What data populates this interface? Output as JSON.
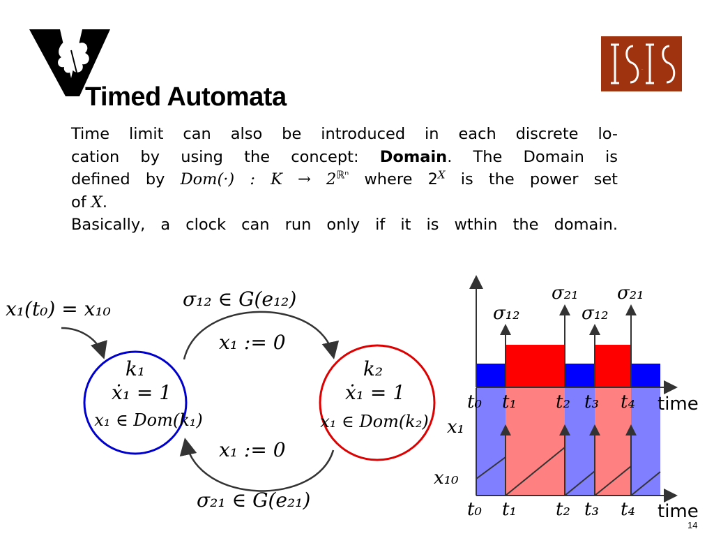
{
  "slide": {
    "title": "Timed Automata",
    "page_number": "14"
  },
  "body": {
    "p1_line1": "Time limit can also be introduced in each discrete lo-",
    "p1_line2_a": "cation by using the concept: ",
    "p1_line2_bold": "Domain",
    "p1_line2_b": ".  The Domain is",
    "p1_line3_a": "defined by ",
    "p1_line3_math": "Dom(·) : K → 2",
    "p1_line3_sup": "ℝⁿ",
    "p1_line3_b": " where 2",
    "p1_line3_sup2": "X",
    "p1_line3_c": " is the power set",
    "p1_line4_a": "of ",
    "p1_line4_math": "X",
    "p1_line4_b": ".",
    "p2": "Basically, a clock can run only if it is wthin the domain."
  },
  "logos": {
    "left_logo": "V",
    "right_logo": "ISIS"
  },
  "automaton": {
    "initial_condition": "x₁(t₀) = x₁₀",
    "top_guard": "σ₁₂ ∈ G(e₁₂)",
    "top_reset": "x₁ := 0",
    "bottom_reset": "x₁ := 0",
    "bottom_guard": "σ₂₁ ∈ G(e₂₁)",
    "state1": {
      "name": "k₁",
      "flow": "ẋ₁ = 1",
      "domain": "x₁ ∈ Dom(k₁)",
      "color": "#0000cc"
    },
    "state2": {
      "name": "k₂",
      "flow": "ẋ₁ = 1",
      "domain": "x₁ ∈ Dom(k₂)",
      "color": "#dd0000"
    }
  },
  "timing": {
    "events_top": [
      "σ₁₂",
      "σ₂₁",
      "σ₁₂",
      "σ₂₁"
    ],
    "time_label": "time",
    "ticks": [
      "t₀",
      "t₁",
      "t₂",
      "t₃",
      "t₄"
    ],
    "x_axis_label": "x₁",
    "x_init_label": "x₁₀",
    "colors": {
      "blue": "#0000ff",
      "red": "#ff0000",
      "light_blue": "#7f7fff",
      "light_red": "#ff8080"
    }
  }
}
